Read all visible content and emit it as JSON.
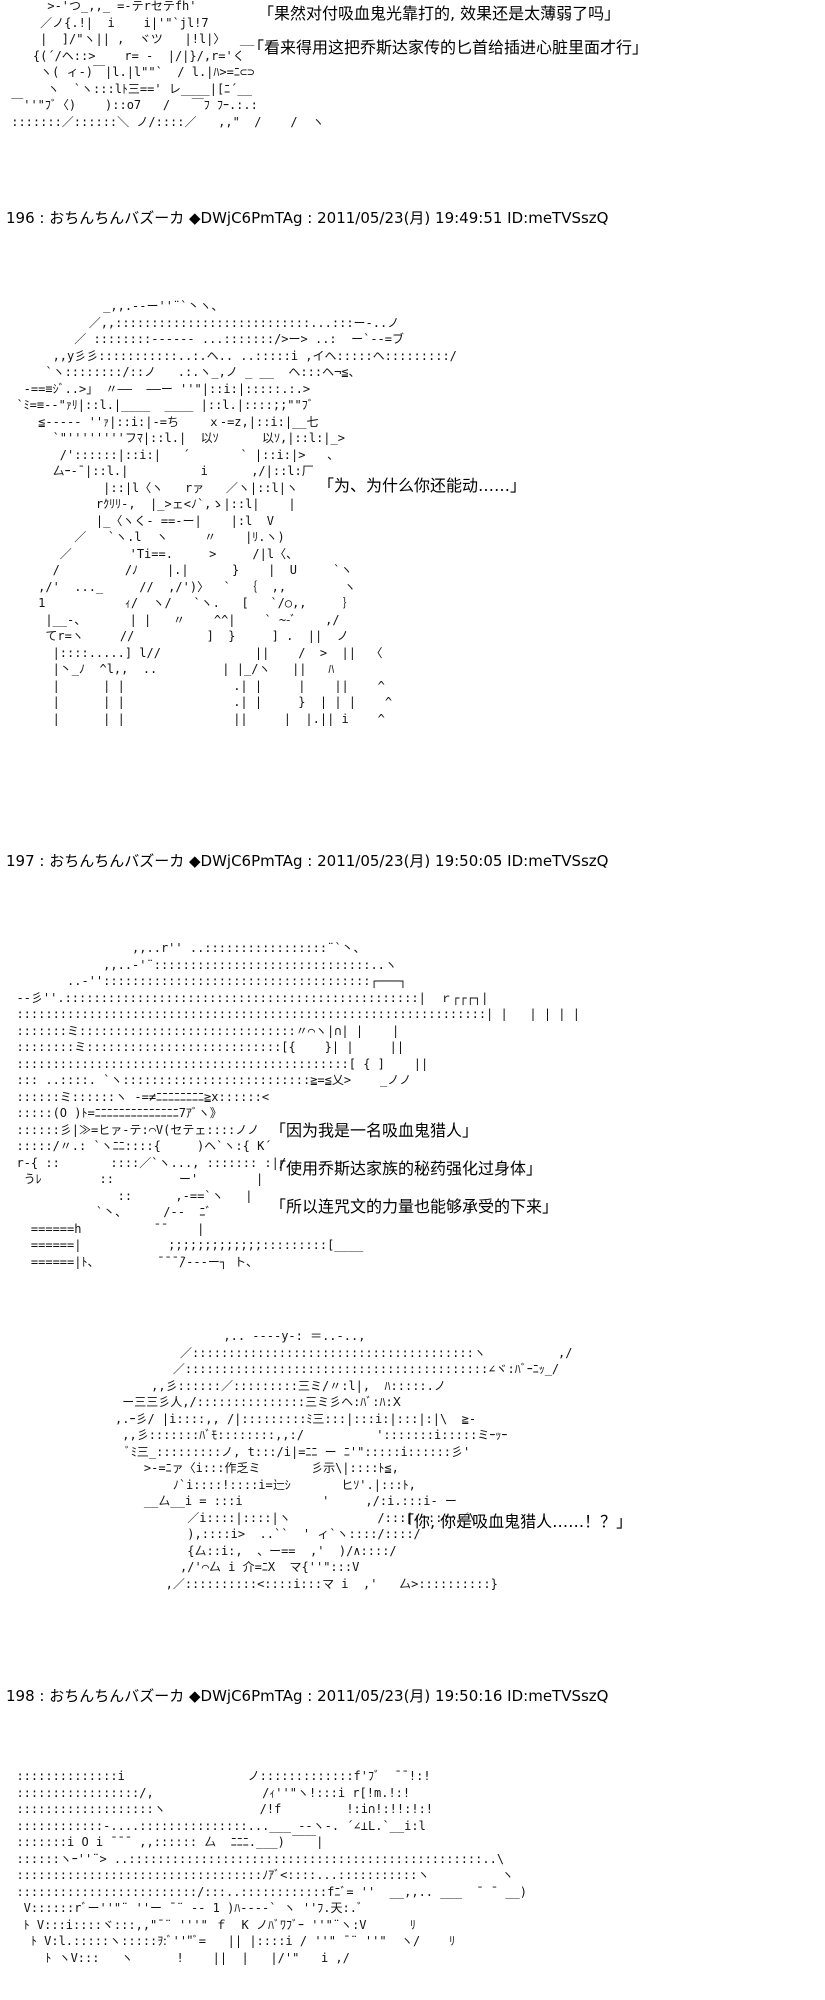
{
  "posts": [
    {
      "header": "196 : おちんちんバズーカ ◆DWjC6PmTAg : 2011/05/23(月) 19:49:51 ID:meTVSszQ"
    },
    {
      "header": "197 : おちんちんバズーカ ◆DWjC6PmTAg : 2011/05/23(月) 19:50:05 ID:meTVSszQ"
    },
    {
      "header": "198 : おちんちんバズーカ ◆DWjC6PmTAg : 2011/05/23(月) 19:50:16 ID:meTVSszQ"
    }
  ],
  "dialogues": [
    "「果然对付吸血鬼光靠打的, 效果还是太薄弱了吗」",
    "「看来得用这把乔斯达家传的匕首给插进心脏里面才行」",
    "「为、为什么你还能动……」",
    "「因为我是一名吸血鬼猎人」",
    "「使用乔斯达家族的秘药强化过身体」",
    "「所以连咒文的力量也能够承受的下来」",
    "「你, 你是吸血鬼猎人……！？」"
  ],
  "art": [
    "      >-'つ_,,_ =-テrセテfh'\n     ／ノ{.!|  i    i|'\"`jl!7\n     |  ]/\"ヽ|| ,  ヾツ   |!l|〉  __\n    {(´/ヘ::>    r= -  |/|}/,r='く\n     ヽ( ィ-)￣|l.|l\"\"`  / l.|ﾊ>=ﾆ⊂⊃\n      ヽ  `ヽ:::lﾄ三==' レ____|[ﾆ´__\n ￣''\"ﾌﾞ〈)    )::o7   /   ￣ﾌ ﾌｰ.:.:\n :::::::／::::::＼ ノ/::::／   ,,\"  /    /  ヽ",
    "              _,,.-‐ー''¨`丶ヽ、\n            ／,,:::::::::::::::::::::::::::...:::ー-..ノ\n          ／ ::::::::--‐‐-- ...:::::::/>ー> ..:  ー`‐-=ブ\n       ,,y彡彡:::::::::::..:.ヘ.. ..:::::i ,イヘ:::::ヘ:::::::::/\n      `ヽ::::::::/::ノ   .:.ヽ_,ノ _ __  ヘ:::ヘ¬≦、\n   -==≡ｼﾞ..>」 〃――  ――ー ''\"|::i:|:::::.:.>\n  `ﾐ=≡-‐\"ｧﾘ|::l.|____  ____ |::l.|::::;;\"\"ﾌﾞ\n     ≦-‐--‐ ''ｧ|::i:|‐=ち    ｘ-=z,|::i:|__七\n       `\"''''''''フﾏ|::l.|  以ｿ      以ｿ,|::l:|_>\n        /'::::::|::i:|   ´       ` |::i:|>   、\n       厶ｰ-¯|::l.|          i      ,/|::l:厂\n              |::|l〈ヽ   rァ   ／ヽ|::l|ヽ\n             rｸﾘﾘ-,  |_>ェ<ﾉ`,ゝ|::l|    |\n             |_〈ヽく- ==‐ー|    |:l  V\n          ／   `ヽ.l  ヽ     〃    |ﾘ.ヽ)\n        ／        'Ti==.     >     /|l〈、\n       /         /ﾉ    |.|      }    |  U     `ヽ\n     ,/'  ..._     //  ,/')〉  `  ｛  ,,        ヽ\n     1           ｨ/  ヽ/   `ヽ.   [   `/○,,     ｝\n      |__-、      | |   〃    ^^|    ` ~-ﾞ    ,/\n      てr=ヽ     //          ]  }     ] .  ||  ノ\n       |::::.....] l//             ||    /  >  ||  〈\n       |丶_ﾉ  ^l,,  ..         | |_/ヽ   ||   ﾊ\n       |      | |               .| |     |    ||    ^\n       |      | |               .| |     }  | | |    ^\n       |      | |               ||     |  |.|| i    ^",
    "                  ,,..r'' ..:::::::::::::::::¨`丶、\n              ,,..-'¨::::::::::::::::::::::::::::::..ヽ\n         ..-'':::::::::::::::::::::::::::::::::::::┌───┐\n  --彡''.:::::::::::::::::::::::::::::::::::::::::::::::::|  ｒ┌┌┌┐|\n  :::::::::::::::::::::::::::::::::::::::::::::::::::::::::::::::::| |   | | | |\n  :::::::ミ::::::::::::::::::::::::::::::〃⌒ヽ|∩| |    |\n  ::::::::ミ:::::::::::::::::::::::::::[{    }| |     ||\n  ::::::::::::::::::::::::::::::::::::::::::::::[ { ]    ||\n  ::: ..::::. `ヽ::::::::::::::::::::::::::≧=≦乂>    _ノノ\n  ::::::ミ::::::ヽ -=≠ﾆﾆﾆﾆﾆﾆﾆﾆ≧x::::::<\n  :::::(O )ﾄ=ﾆﾆﾆﾆﾆﾆﾆﾆﾆﾆﾆﾆﾆﾆ7ｱﾞヽ》\n  ::::::彡|≫=ヒァ-テ:⌒V(セテェ::::ノノ\n  :::::/〃.: `ヽﾆﾆ::::{     )ヘ`ヽ:{ K´\n  r-{ ::       ::::／`ヽ..., ::::::: :|/\n   うﾚ        ::         ー'        |\n                ::      ,-==`ヽ   |\n             `丶、     /‐-  ﾆﾞ\n    ======h          ̄ ̄     |\n    ======|            ;;;;;;;;;;;;;:::::::::[____\n    ======|ﾄ、        ̄ ̄ ̄ ̄/‐‐‐ー┐ ト、",
    "                        ,.. -‐‐‐y-: ＝..-..,\n                  ／:::::::::::::::::::::::::::::::::::::::ヽ          ,/\n                 ／::::::::::::::::::::::::::::::::::::::::::∠ヾ:ﾊﾞｰﾆｯ_/\n              ,,彡::::::／:::::::::三ミ/〃:l|,  ﾊ:::::.ノ\n          ー三三彡人,/:::::::::::::::三ミ彡ヘ:ﾊﾞ:ﾊ:Ⅹ\n         ,.ｰ彡/ |i::::,, /|:::::::::ﾐ三:::|:::i:|:::|:|\\  ≧-\n          ,,彡:::::::ﾊﾞﾓ::::::::,,:/          ':::::::i:::::ミｰｯｰ\n           ﾞﾐ三_:::::::::ノ, t:::/i|=ﾆﾆ ー ﾆ'\":::::i::::::彡'\n             >-=ﾆァ〈i:::作乏ミ       彡示\\|::::ﾄ≦,\n                 ﾉ`i::::!::::i=辷ｼ       ヒｿ'.|:::ﾄ,\n             __厶__i = :::i           '     ,/:i.:::i‐ ー\n                   ／i::::|::::|ヽ            /:::|::::::／\\\n                   ),::::i>  ..``  ' ィ`ヽ::::/::::/\n                   {厶::i:,  、ー==  ,'  )/∧::::/\n                  ,/'⌒厶 i 介=ﾆX  マ{''\":::V\n                ,／::::::::::<::::i:::マ i  ,'   厶>::::::::::}",
    "  ::::::::::::::i                 ノ:::::::::::::f'ﾌﾞ  ̄ ̄ !:!\n  :::::::::::::::::/,               /ｨ''\"ヽ!:::i r[!m.!:!\n  :::::::::::::::::::ヽ             /!f         !:i∩!:!!:!:!\n  ::::::::::::-....:::::::::::::::...___ -‐ヽ-. ´∠⊥L.`__i:l\n  :::::::i O i ¯¯¯ ,,:::::: 厶  ﾆﾆﾆ.___) ￣￣|\n  ::::::ヽｰ''¨> ..:::::::::::::::::::::::::::::::::::::::::::::::::..\\\n  ::::::::::::::::::::::::::::::::::ﾉｱﾞ<::::...:::::::::::ヽ          ヽ\n  :::::::::::::::::::::::::/:::..::::::::::::fﾆﾞ= ''  __,,.. ___  ¯ ¯ __)\n   V::::::rﾞー''\"¨ ''ー ¯¨ -- 1 )ﾊ‐‐-‐` ヽ ''ﾌ.天:.ﾞ\n   ﾄ V:::i::::ヾ:::,,\"¯¨ '''\" ｆ  K ノﾊﾞﾜﾌﾞｰ ''\"¨ヽ:V      ﾘ\n    ﾄ V:l.:::::ヽ:::::ｦ:ﾞ''\"ﾞ=   || |::::i / ''\" ¯¨ ''\"  ヽ/    ﾘ\n      ﾄ ヽV:::   ヽ      !    ||  |   |/'\"   i ,/"
  ]
}
